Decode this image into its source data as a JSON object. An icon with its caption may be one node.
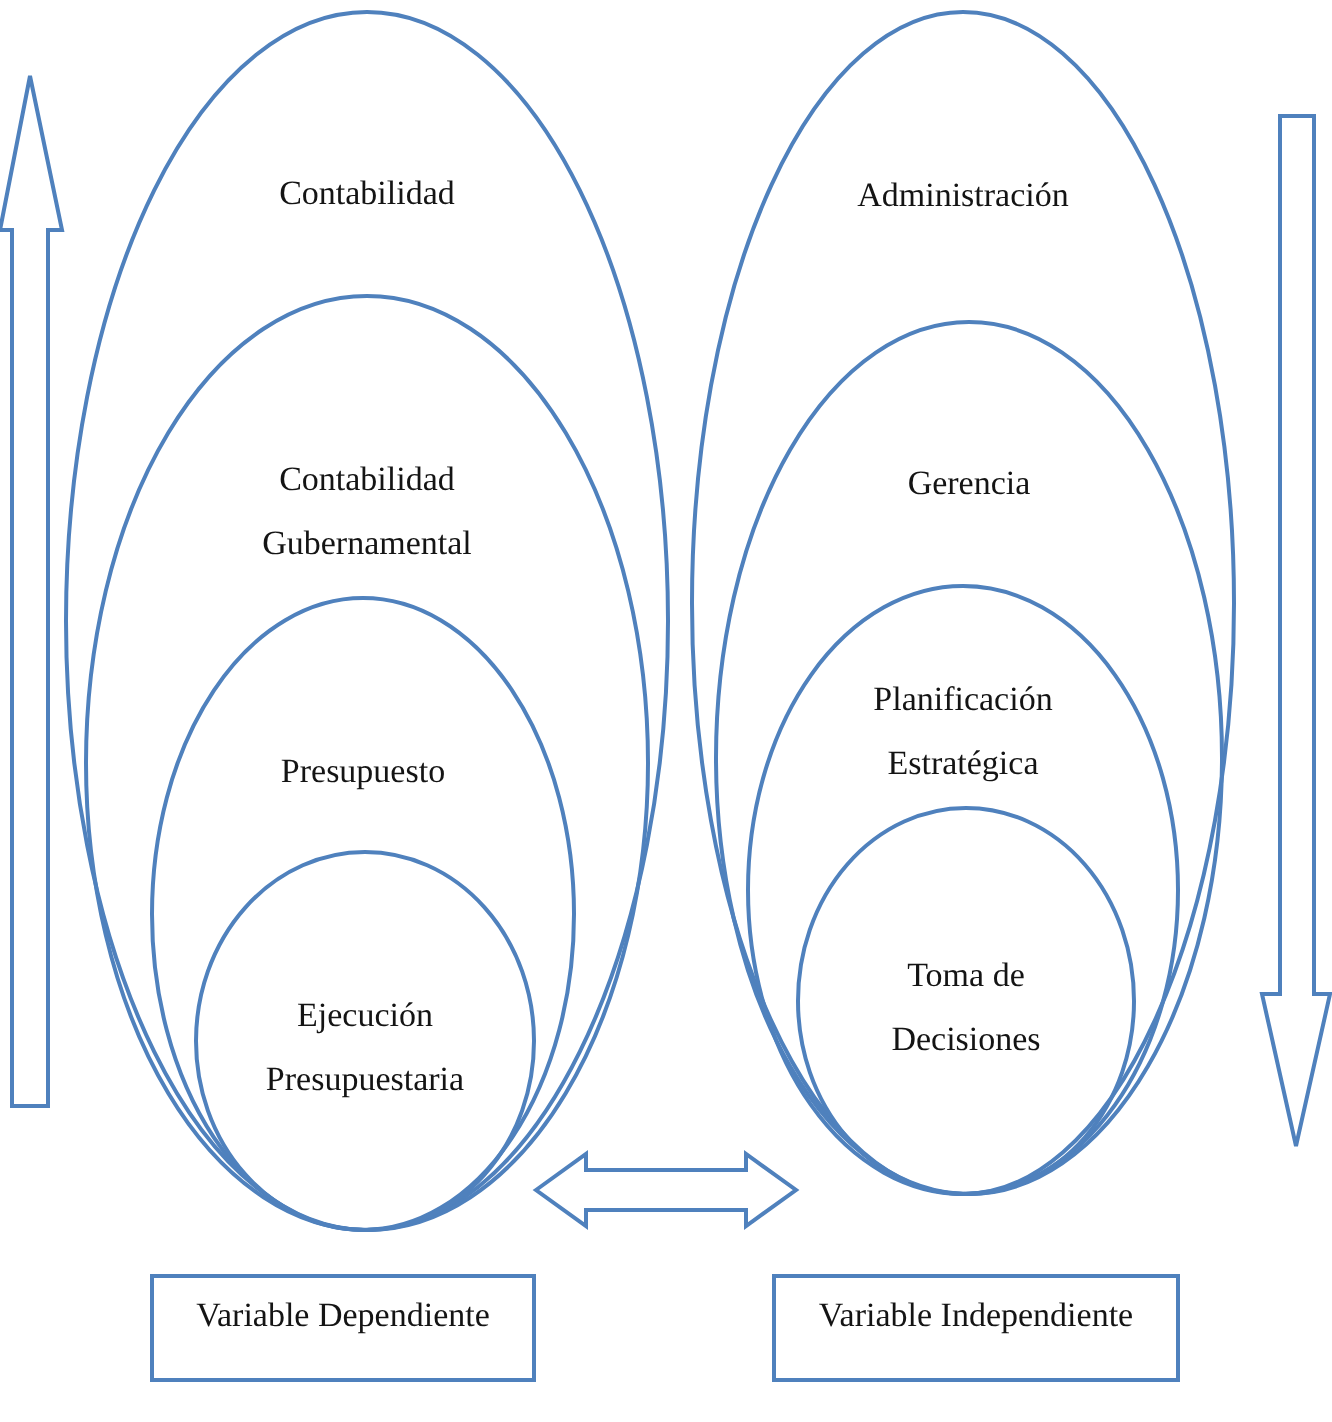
{
  "diagram": {
    "nodes": [
      {
        "text": [
          "Contabilidad"
        ]
      },
      {
        "text": [
          "Contabilidad Gubernamental"
        ],
        "in": 0
      },
      {
        "text": [
          "Presupuesto"
        ],
        "in": 1
      },
      {
        "text": [
          "Ejecución Presupuestaria"
        ],
        "in": 2
      },
      {
        "text": [
          "Administración"
        ]
      },
      {
        "text": [
          "Gerencia"
        ],
        "in": 4
      },
      {
        "text": [
          "Planificación Estratégica"
        ],
        "in": 5
      },
      {
        "text": [
          "Toma de Decisiones"
        ],
        "in": 6
      },
      {
        "text": [
          "Variable Dependiente"
        ]
      },
      {
        "text": [
          "Variable Independiente"
        ]
      }
    ],
    "edges": [
      {
        "from": 3,
        "to": 7,
        "arrow": "both"
      }
    ]
  }
}
